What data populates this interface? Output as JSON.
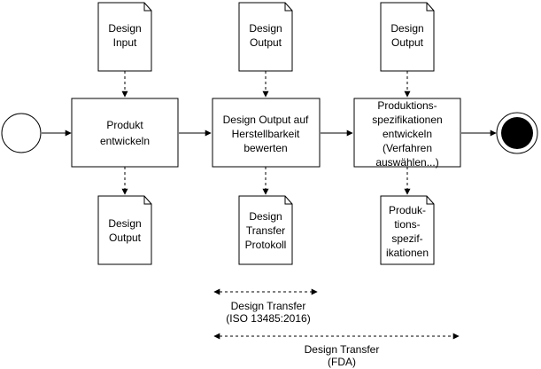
{
  "start_event": "",
  "end_event": "",
  "processes": {
    "p1": [
      "Produkt",
      "entwickeln"
    ],
    "p2": [
      "Design Output auf",
      "Herstellbarkeit",
      "bewerten"
    ],
    "p3": [
      "Produktions-",
      "spezifikationen",
      "entwickeln",
      "(Verfahren",
      "auswählen...)"
    ]
  },
  "documents": {
    "d1_in": [
      "Design",
      "Input"
    ],
    "d2_in": [
      "Design",
      "Output"
    ],
    "d3_in": [
      "Design",
      "Output"
    ],
    "d1_out": [
      "Design",
      "Output"
    ],
    "d2_out": [
      "Design",
      "Transfer",
      "Protokoll"
    ],
    "d3_out": [
      "Produk-",
      "tions-",
      "spezif-",
      "ikationen"
    ]
  },
  "ranges": {
    "iso": [
      "Design Transfer",
      "(ISO 13485:2016)"
    ],
    "fda": [
      "Design Transfer",
      "(FDA)"
    ]
  }
}
